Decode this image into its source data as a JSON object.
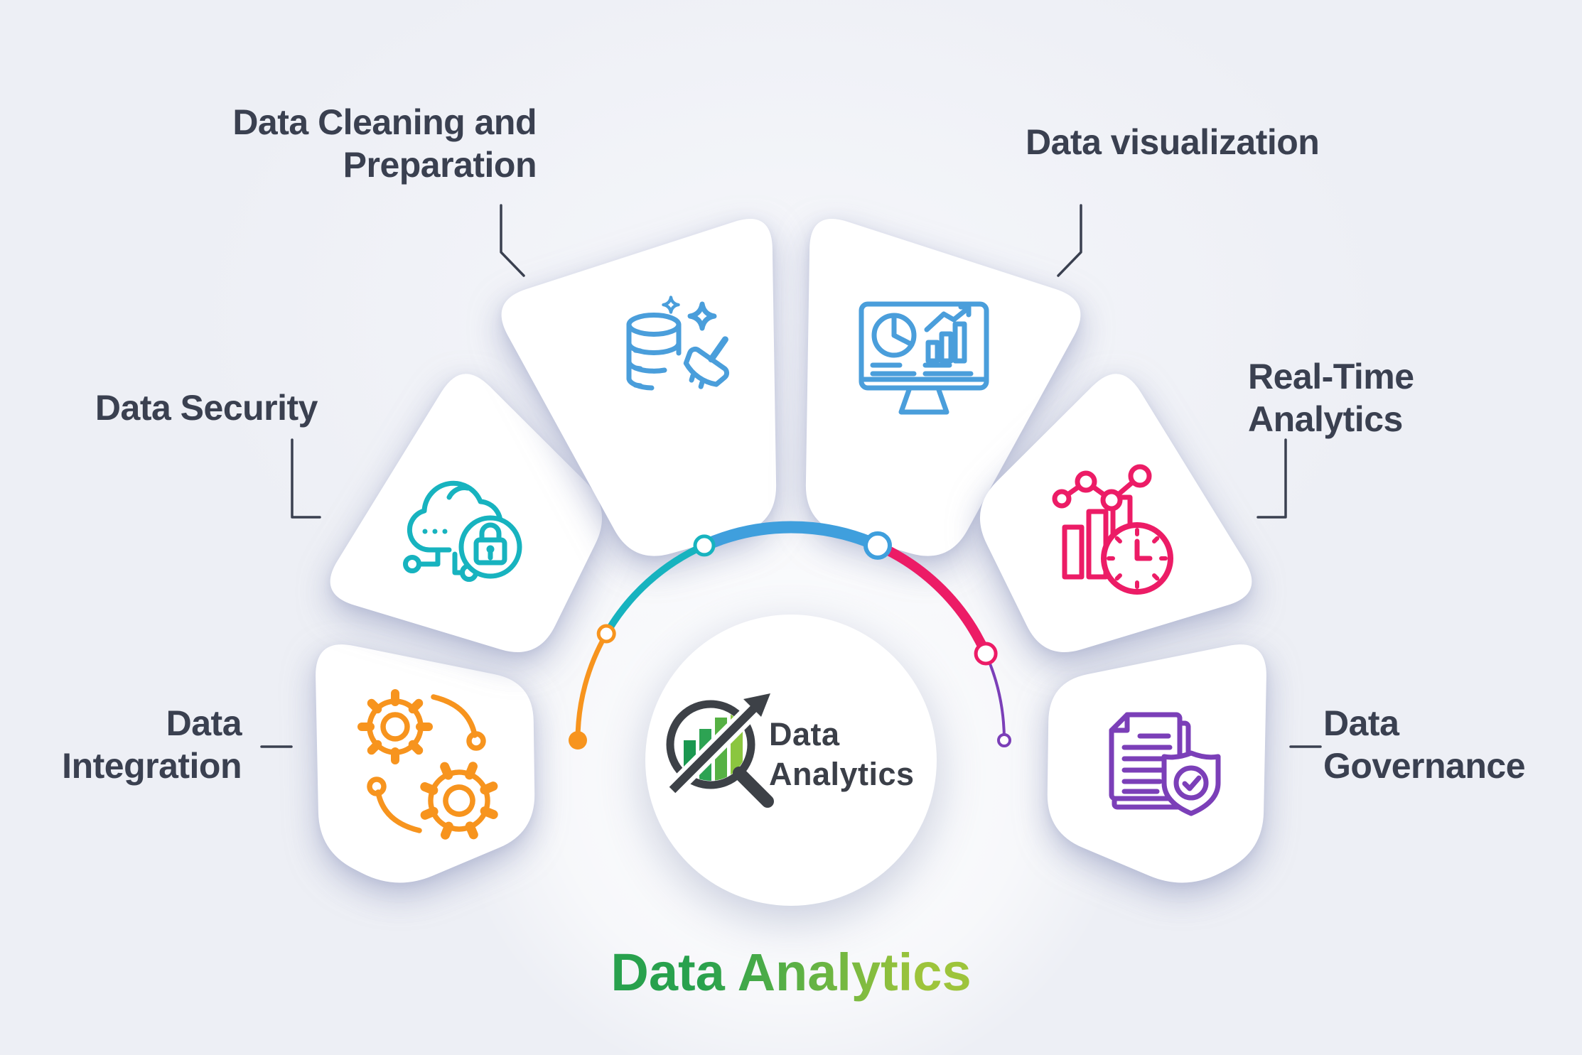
{
  "title": {
    "text": "Data Analytics"
  },
  "logo": {
    "line1": "Data",
    "line2": "Analytics"
  },
  "colors": {
    "bg": "#edeff5",
    "label": "#3a4050",
    "connector": "#3a4050",
    "title_g1": "#28a14d",
    "title_g2": "#9dc43b",
    "logo_text": "#3b3f48",
    "logo_dark": "#3d4147",
    "orange": "#f7941e",
    "teal": "#17b3bf",
    "blue": "#3f9fdd",
    "pink": "#ec1c66",
    "purple": "#7b3fb8",
    "icon_blue": "#4a9edb"
  },
  "logo_bar_colors": [
    "#1b9850",
    "#2da353",
    "#56b144",
    "#8bc63f"
  ],
  "segments": [
    {
      "id": "data-integration",
      "label_line1": "Data",
      "label_line2": "Integration",
      "icon": "gears-integration-icon",
      "color": "#f7941e"
    },
    {
      "id": "data-security",
      "label_line1": "Data Security",
      "label_line2": "",
      "icon": "cloud-lock-icon",
      "color": "#17b3bf"
    },
    {
      "id": "data-cleaning",
      "label_line1": "Data Cleaning and",
      "label_line2": "Preparation",
      "icon": "database-broom-icon",
      "color": "#4a9edb"
    },
    {
      "id": "data-visualization",
      "label_line1": "Data visualization",
      "label_line2": "",
      "icon": "monitor-charts-icon",
      "color": "#4a9edb"
    },
    {
      "id": "real-time-analytics",
      "label_line1": "Real-Time",
      "label_line2": "Analytics",
      "icon": "bar-chart-clock-icon",
      "color": "#ec1c66"
    },
    {
      "id": "data-governance",
      "label_line1": "Data",
      "label_line2": "Governance",
      "icon": "document-shield-icon",
      "color": "#7b3fb8"
    }
  ],
  "arc": {
    "colors": [
      "#f7941e",
      "#17b3bf",
      "#3f9fdd",
      "#ec1c66",
      "#7b3fb8"
    ]
  }
}
